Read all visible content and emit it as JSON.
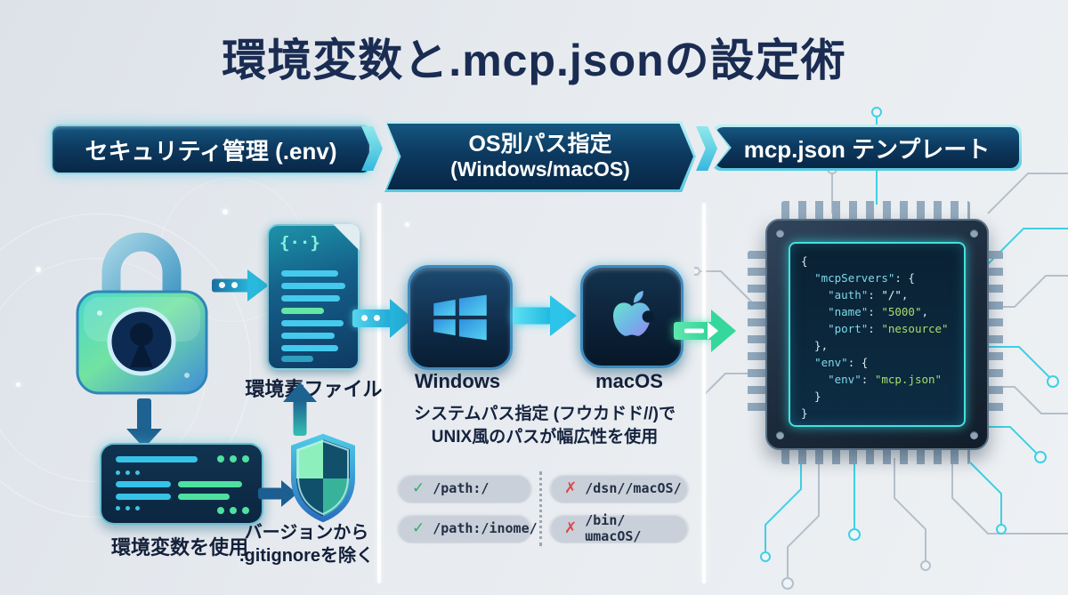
{
  "title": "環境変数と.mcp.jsonの設定術",
  "banners": {
    "security": "セキュリティ管理 (.env)",
    "os_path_line1": "OS別パス指定",
    "os_path_line2": "(Windows/macOS)",
    "template": "mcp.json テンプレート"
  },
  "security_section": {
    "doc_braces": "{··}",
    "env_file_label": "環境素ファイル",
    "env_vars_label": "環境変数を使用",
    "gitignore_label_line1": "バージョンから",
    "gitignore_label_line2": ".gitignoreを除く"
  },
  "os_section": {
    "windows_label": "Windows",
    "macos_label": "macOS",
    "note_line1": "システムパス指定 (フウカドド//)で",
    "note_line2": "UNIX風のパスが幅広性を使用",
    "pills": [
      {
        "icon": "✓",
        "status": "valid",
        "text": "/path:/"
      },
      {
        "icon": "✓",
        "status": "valid",
        "text": "/path:/inome/"
      },
      {
        "icon": "✗",
        "status": "invalid",
        "text": "/dsn//macOS/"
      },
      {
        "icon": "✗",
        "status": "invalid",
        "text": "/bin/ɯmacOS/"
      }
    ]
  },
  "chip": {
    "code_lines": [
      [
        {
          "t": "{",
          "c": "cp"
        }
      ],
      [
        {
          "t": "  ",
          "c": "cp"
        },
        {
          "t": "\"mcpServers\"",
          "c": "ck"
        },
        {
          "t": ": {",
          "c": "cp"
        }
      ],
      [
        {
          "t": "    ",
          "c": "cp"
        },
        {
          "t": "\"auth\"",
          "c": "ck"
        },
        {
          "t": ": ",
          "c": "cp"
        },
        {
          "t": "\"/\"",
          "c": "cw"
        },
        {
          "t": ",",
          "c": "cp"
        }
      ],
      [
        {
          "t": "    ",
          "c": "cp"
        },
        {
          "t": "\"name\"",
          "c": "ck"
        },
        {
          "t": ": ",
          "c": "cp"
        },
        {
          "t": "\"5000\"",
          "c": "cg"
        },
        {
          "t": ",",
          "c": "cp"
        }
      ],
      [
        {
          "t": "    ",
          "c": "cp"
        },
        {
          "t": "\"port\"",
          "c": "ck"
        },
        {
          "t": ": ",
          "c": "cp"
        },
        {
          "t": "\"nesource\"",
          "c": "cg"
        }
      ],
      [
        {
          "t": "  },",
          "c": "cp"
        }
      ],
      [
        {
          "t": "  ",
          "c": "cp"
        },
        {
          "t": "\"env\"",
          "c": "ck"
        },
        {
          "t": ": {",
          "c": "cp"
        }
      ],
      [
        {
          "t": "    ",
          "c": "cp"
        },
        {
          "t": "\"env\"",
          "c": "ck"
        },
        {
          "t": ": ",
          "c": "cp"
        },
        {
          "t": "\"mcp.json\"",
          "c": "cg"
        }
      ],
      [
        {
          "t": "  }",
          "c": "cp"
        }
      ],
      [
        {
          "t": "}",
          "c": "cp"
        }
      ]
    ]
  },
  "colors": {
    "title_navy": "#1a2c52",
    "banner_navy": "#0d3a60",
    "accent_cyan": "#2fc8e8",
    "accent_green": "#3fe0a0",
    "valid_green": "#2fae68",
    "invalid_red": "#d94848",
    "code_key_cyan": "#7fd8ec",
    "code_val_green": "#a9de6d"
  }
}
